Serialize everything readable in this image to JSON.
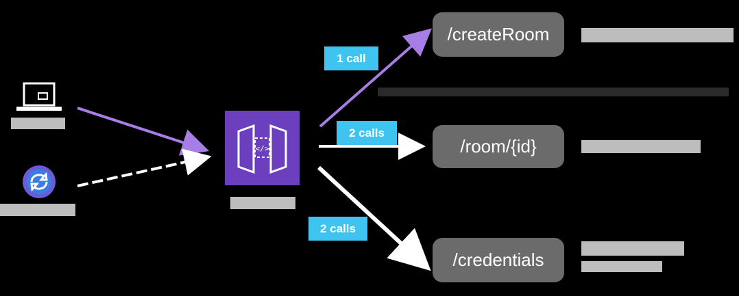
{
  "endpoints": {
    "create_room": "/createRoom",
    "room_id": "/room/{id}",
    "credentials": "/credentials"
  },
  "calls": {
    "create_room": "1 call",
    "room_id": "2 calls",
    "credentials": "2 calls"
  },
  "icons": {
    "client_left_top": "laptop-icon",
    "client_left_bottom": "app-logo-icon",
    "gateway": "api-gateway-icon"
  },
  "colors": {
    "background": "#000000",
    "endpoint_box": "#6b6b6b",
    "badge": "#3fc3f0",
    "gateway": "#6b3fbd",
    "purple_line": "#a77ee6",
    "white_line": "#ffffff"
  }
}
